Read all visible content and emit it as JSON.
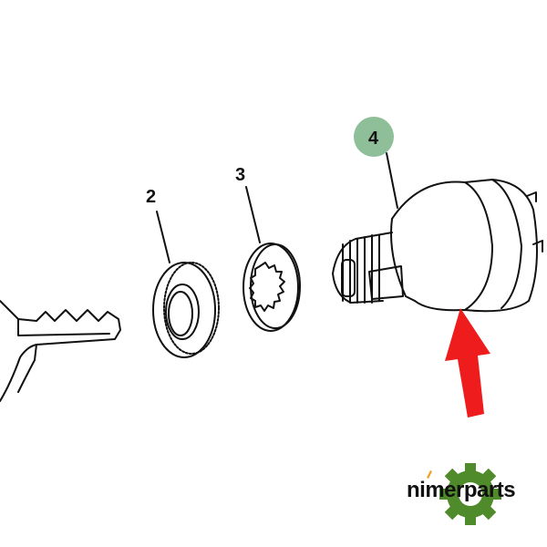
{
  "diagram": {
    "callouts": [
      {
        "id": "2",
        "label": "2"
      },
      {
        "id": "3",
        "label": "3"
      },
      {
        "id": "4",
        "label": "4",
        "highlighted": true
      }
    ],
    "colors": {
      "highlight": "#8fbf98",
      "arrow": "#ee1c1c",
      "line": "#111111"
    }
  },
  "logo": {
    "text": "nimerparts",
    "gear_color": "#4f8a2b",
    "accent_color": "#f0a020"
  }
}
